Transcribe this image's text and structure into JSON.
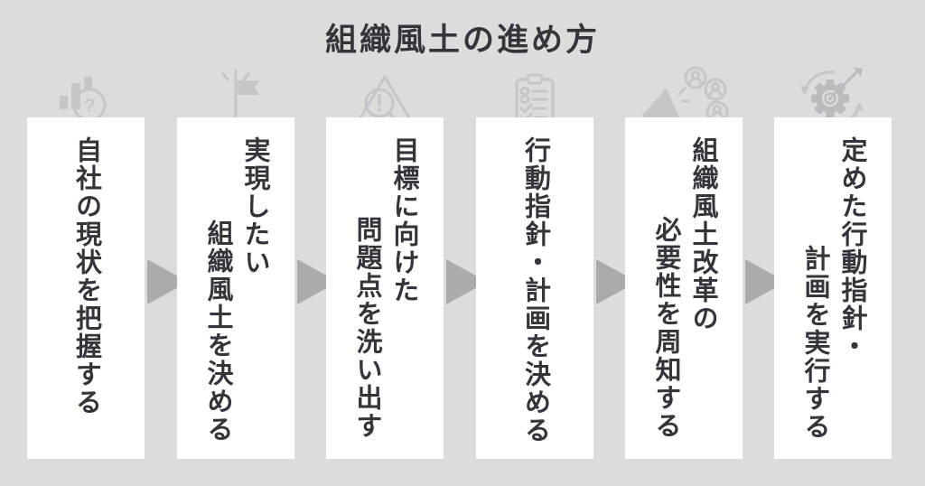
{
  "title": "組織風土の進め方",
  "colors": {
    "background": "#dcdcdd",
    "panel": "#ffffff",
    "text": "#33353a",
    "icon_gray": "#c4c6c9",
    "arrow_gray": "#ababab"
  },
  "arrow_icon": "arrow-right-triangle-icon",
  "steps": [
    {
      "icon": "bar-chart-magnifier-question-icon",
      "lines": [
        "自社の現状を把握する"
      ]
    },
    {
      "icon": "goal-flag-icon",
      "lines": [
        "実現したい",
        "組織風土を決める"
      ]
    },
    {
      "icon": "warning-magnifier-icon",
      "lines": [
        "目標に向けた",
        "問題点を洗い出す"
      ]
    },
    {
      "icon": "clipboard-checklist-icon",
      "lines": [
        "行動指針・計画を決める"
      ]
    },
    {
      "icon": "megaphone-people-icon",
      "lines": [
        "組織風土改革の",
        "必要性を周知する"
      ]
    },
    {
      "icon": "gear-target-dart-icon",
      "lines": [
        "定めた行動指針・",
        "計画を実行する"
      ]
    }
  ]
}
